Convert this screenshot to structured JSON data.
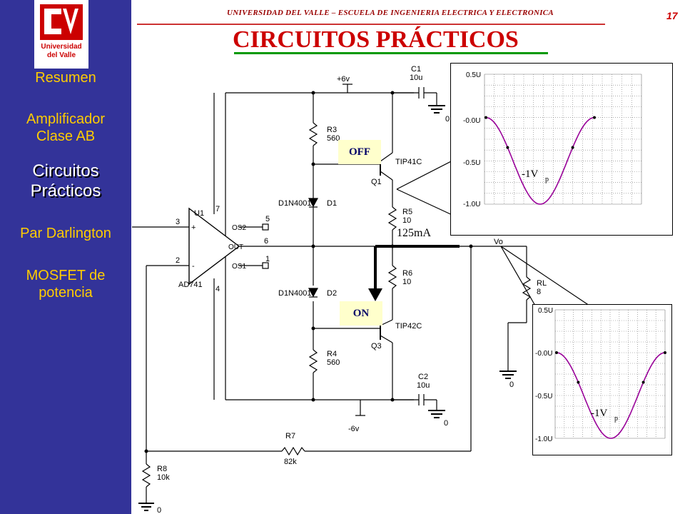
{
  "header": {
    "university_line": "UNIVERSIDAD DEL VALLE – ESCUELA DE INGENIERIA ELECTRICA Y ELECTRONICA",
    "page_number": "17",
    "title": "CIRCUITOS PRÁCTICOS"
  },
  "logo": {
    "line1": "Universidad",
    "line2": "del Valle"
  },
  "sidebar": {
    "items": [
      {
        "line1": "Resumen",
        "line2": ""
      },
      {
        "line1": "Amplificador",
        "line2": "Clase AB"
      },
      {
        "line1": "Circuitos",
        "line2": "Prácticos"
      },
      {
        "line1": "Par Darlington",
        "line2": ""
      },
      {
        "line1": "MOSFET de",
        "line2": "potencia"
      }
    ]
  },
  "schematic": {
    "supply_pos": "+6v",
    "supply_neg": "-6v",
    "opamp_name": "U1",
    "opamp_part": "AD741",
    "pin_in_pos": "3",
    "pin_in_neg": "2",
    "pin_out": "6",
    "pin_v_pos": "7",
    "pin_v_neg": "4",
    "pin_os2": "5",
    "pin_os1": "1",
    "opamp_os2": "OS2",
    "opamp_out": "OUT",
    "opamp_os1": "OS1",
    "r3_name": "R3",
    "r3_value": "560",
    "r4_name": "R4",
    "r4_value": "560",
    "r5_name": "R5",
    "r5_value": "10",
    "r6_name": "R6",
    "r6_value": "10",
    "rl_name": "RL",
    "rl_value": "8",
    "r7_name": "R7",
    "r7_value": "82k",
    "r8_name": "R8",
    "r8_value": "10k",
    "d1_name": "D1",
    "d1_part": "D1N4001",
    "d2_name": "D2",
    "d2_part": "D1N4001",
    "q1_name": "Q1",
    "q1_part": "TIP41C",
    "q3_name": "Q3",
    "q3_part": "TIP42C",
    "c1_name": "C1",
    "c1_value": "10u",
    "c2_name": "C2",
    "c2_value": "10u",
    "ground": "0",
    "vo_label": "Vo"
  },
  "annotations": {
    "off_tag": "OFF",
    "on_tag": "ON",
    "current": "125mA"
  },
  "plots": [
    {
      "y_ticks": [
        "0.5U",
        "-0.0U",
        "-0.5U",
        "-1.0U"
      ],
      "label_main": "-1V",
      "label_sub": "p"
    },
    {
      "y_ticks": [
        "0.5U",
        "-0.0U",
        "-0.5U",
        "-1.0U"
      ],
      "label_main": "-1V",
      "label_sub": "p"
    }
  ],
  "colors": {
    "sidebar_bg": "#333399",
    "nav_text": "#ffcc00",
    "title_red": "#cc0000",
    "tag_bg": "#ffffcc",
    "curve": "#990099"
  }
}
